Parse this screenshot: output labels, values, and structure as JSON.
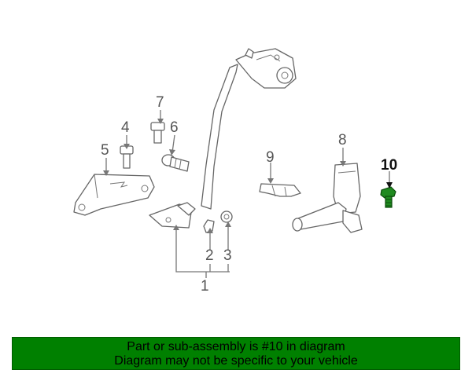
{
  "callouts": {
    "c1": "1",
    "c2": "2",
    "c3": "3",
    "c4": "4",
    "c5": "5",
    "c6": "6",
    "c7": "7",
    "c8": "8",
    "c9": "9",
    "c10": "10"
  },
  "highlighted_part": "10",
  "highlight_color": "#008000",
  "part_highlight_color": "#1f8a1f",
  "banner": {
    "line1": "Part or sub-assembly is #10 in diagram",
    "line2": "Diagram may not be specific to your vehicle"
  }
}
